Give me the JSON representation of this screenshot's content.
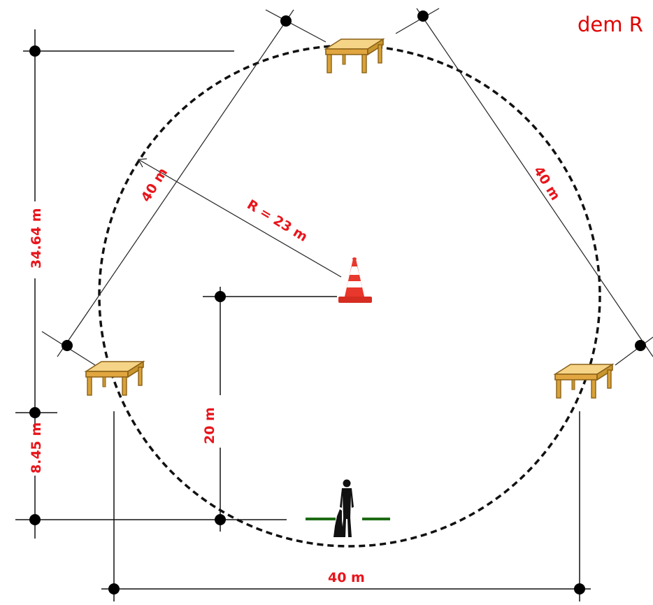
{
  "title": "dem R",
  "labels": {
    "radius": "R = 23 m",
    "side_left": "40 m",
    "side_right": "40 m",
    "bottom_width": "40 m",
    "height_total": "34.64 m",
    "height_lower": "8.45 m",
    "center_height": "20 m"
  },
  "objects": {
    "tables": [
      "table-icon",
      "table-icon",
      "table-icon"
    ],
    "cone": "traffic-cone-icon",
    "handler": "person-with-dog-icon",
    "start_line": "start-line"
  },
  "colors": {
    "label_red": "#e8151b",
    "title_red": "#e00000",
    "line_green": "#1d6b14",
    "table_top": "#f6d487",
    "table_leg": "#c9962e",
    "cone_red": "#e8372c"
  }
}
